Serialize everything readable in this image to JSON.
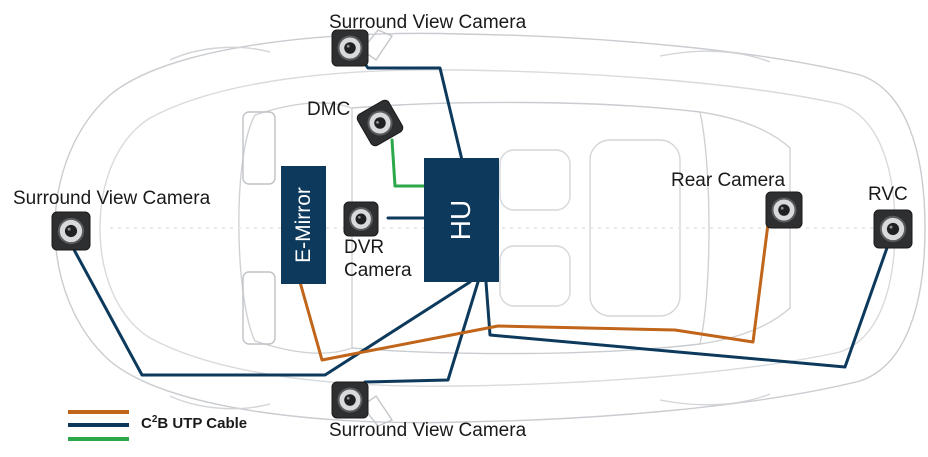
{
  "colors": {
    "orange": "#c0651a",
    "navy": "#0d3a5c",
    "green": "#2aa84a",
    "car_outline": "#c9ccd0"
  },
  "labels": {
    "svc_top": "Surround View Camera",
    "svc_left": "Surround View Camera",
    "svc_bottom": "Surround View Camera",
    "dmc": "DMC",
    "dvr_line1": "DVR",
    "dvr_line2": "Camera",
    "rear_camera": "Rear Camera",
    "rvc": "RVC"
  },
  "boxes": {
    "emirror": "E-Mirror",
    "hu": "HU"
  },
  "legend": {
    "prefix": "C",
    "superscript": "2",
    "suffix": "B UTP Cable"
  }
}
